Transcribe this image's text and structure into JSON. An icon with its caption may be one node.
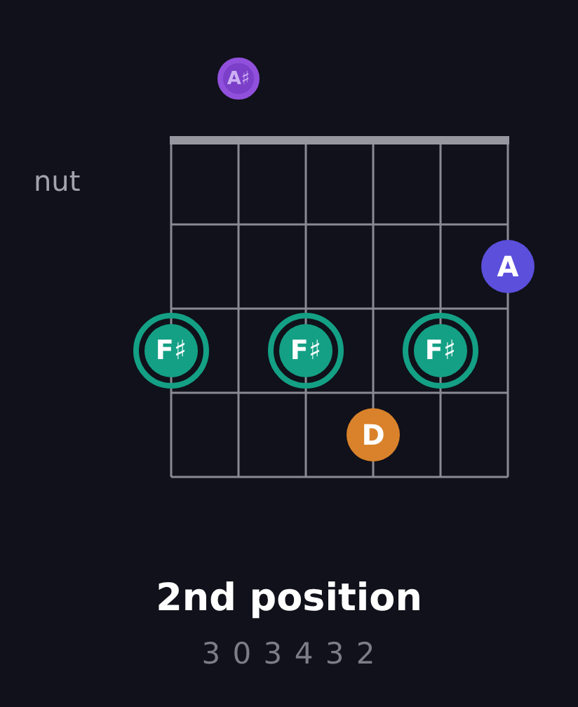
{
  "diagram": {
    "title": "2nd position",
    "caption": "3 0 3 4 3 2",
    "nodes": [
      {
        "text": [
          "A♯"
        ]
      },
      {
        "text": [
          "A"
        ]
      },
      {
        "text": [
          "F♯"
        ]
      },
      {
        "text": [
          "F♯"
        ]
      },
      {
        "text": [
          "F♯"
        ]
      },
      {
        "text": [
          "D"
        ]
      }
    ],
    "labels": [
      "nut"
    ]
  }
}
